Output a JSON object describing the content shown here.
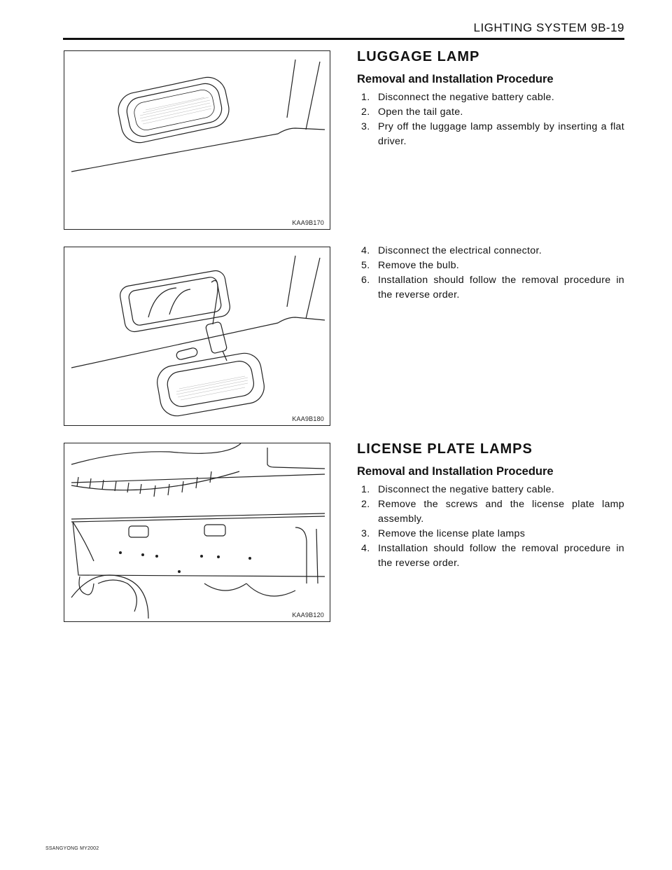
{
  "header": {
    "title": "LIGHTING SYSTEM  9B-19"
  },
  "figures": [
    {
      "caption": "KAA9B170"
    },
    {
      "caption": "KAA9B180"
    },
    {
      "caption": "KAA9B120"
    }
  ],
  "sections": [
    {
      "title": "LUGGAGE  LAMP",
      "subtitle": "Removal and Installation Procedure",
      "steps": [
        {
          "num": "1.",
          "text": "Disconnect the negative battery cable."
        },
        {
          "num": "2.",
          "text": "Open the tail gate."
        },
        {
          "num": "3.",
          "text": "Pry off the luggage lamp assembly by inserting a flat driver."
        }
      ],
      "steps_continued": [
        {
          "num": "4.",
          "text": "Disconnect the electrical connector."
        },
        {
          "num": "5.",
          "text": "Remove the bulb."
        },
        {
          "num": "6.",
          "text": "Installation should follow the removal procedure in the reverse order."
        }
      ]
    },
    {
      "title": "LICENSE  PLATE  LAMPS",
      "subtitle": "Removal and Installation Procedure",
      "steps": [
        {
          "num": "1.",
          "text": "Disconnect the negative battery cable."
        },
        {
          "num": "2.",
          "text": "Remove the screws and the license plate lamp assembly."
        },
        {
          "num": "3.",
          "text": "Remove the license plate lamps"
        },
        {
          "num": "4.",
          "text": "Installation should follow the removal procedure in the reverse order."
        }
      ]
    }
  ],
  "footer": {
    "text": "SSANGYONG MY2002"
  }
}
